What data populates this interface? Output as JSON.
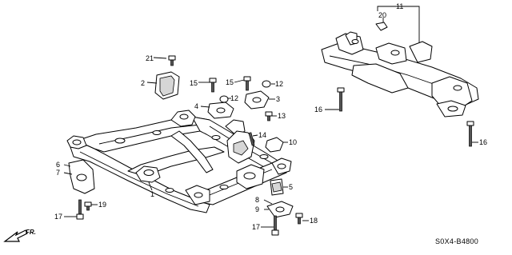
{
  "diagram": {
    "code": "S0X4-B4800",
    "direction_label": "FR.",
    "callouts": [
      "1",
      "2",
      "3",
      "4",
      "5",
      "6",
      "7",
      "8",
      "9",
      "10",
      "11",
      "12",
      "12",
      "13",
      "14",
      "15",
      "15",
      "16",
      "16",
      "17",
      "17",
      "18",
      "19",
      "20",
      "21"
    ]
  }
}
